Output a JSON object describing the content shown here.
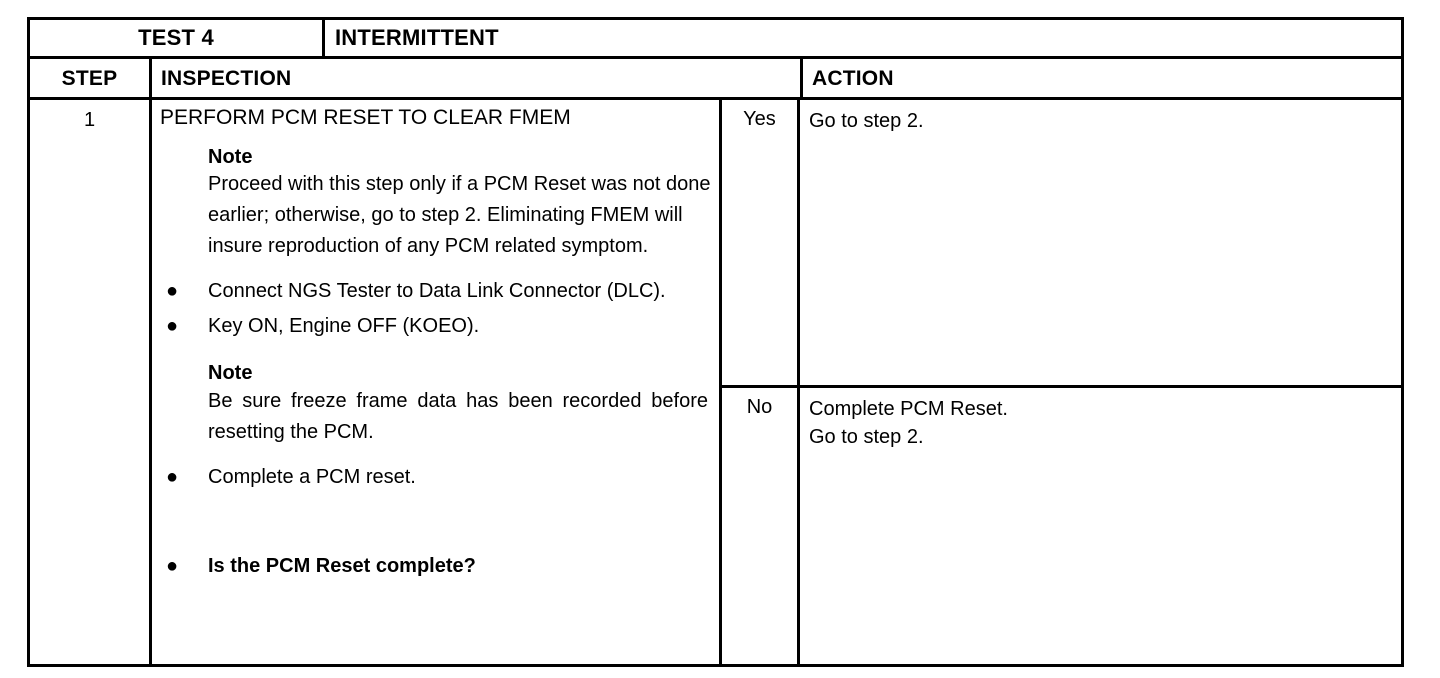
{
  "document": {
    "type": "diagnostic-test-table",
    "test_label": "TEST 4",
    "test_name": "INTERMITTENT"
  },
  "columns": {
    "step": "STEP",
    "inspection": "INSPECTION",
    "action": "ACTION"
  },
  "row": {
    "step_number": "1",
    "inspection": {
      "heading": "PERFORM PCM RESET TO CLEAR FMEM",
      "note_1": {
        "label": "Note",
        "body": "Proceed with this step only if a PCM Reset was not done earlier; otherwise, go to step 2. Eliminating FMEM will insure reproduction of any PCM related symptom."
      },
      "bullet_1": "Connect NGS Tester to Data Link Connector (DLC).",
      "bullet_2": "Key ON, Engine OFF (KOEO).",
      "note_2": {
        "label": "Note",
        "body": "Be sure freeze frame data has been recorded before resetting the PCM."
      },
      "bullet_3": "Complete a PCM reset.",
      "bullet_4": "Is the PCM Reset complete?",
      "bullet_glyph": "●"
    },
    "answers": [
      {
        "label": "Yes",
        "lines": [
          "Go to step 2."
        ]
      },
      {
        "label": "No",
        "lines": [
          "Complete PCM Reset.",
          "Go to step 2."
        ]
      }
    ]
  },
  "colors": {
    "ink": "#000000",
    "paper": "#ffffff"
  }
}
